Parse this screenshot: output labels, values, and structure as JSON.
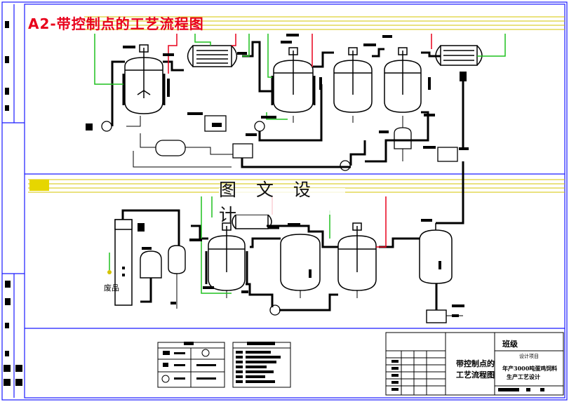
{
  "title": "A2-带控制点的工艺流程图",
  "watermark": "图 文 设 计",
  "labels": {
    "waste": "废品"
  },
  "title_block": {
    "drawing_name_line1": "带控制点的",
    "drawing_name_line2": "工艺流程图",
    "class_label": "班级",
    "project_caption": "设计项目",
    "project_line1": "年产3000吨蛋鸡饲料",
    "project_line2": "生产工艺设计"
  },
  "colors": {
    "title": "#e8001b",
    "hot_line": "#e8001b",
    "cold_line": "#1fc01f",
    "utility_line": "#d4c400",
    "frame": "#1a1aff",
    "main_line": "#000000"
  }
}
